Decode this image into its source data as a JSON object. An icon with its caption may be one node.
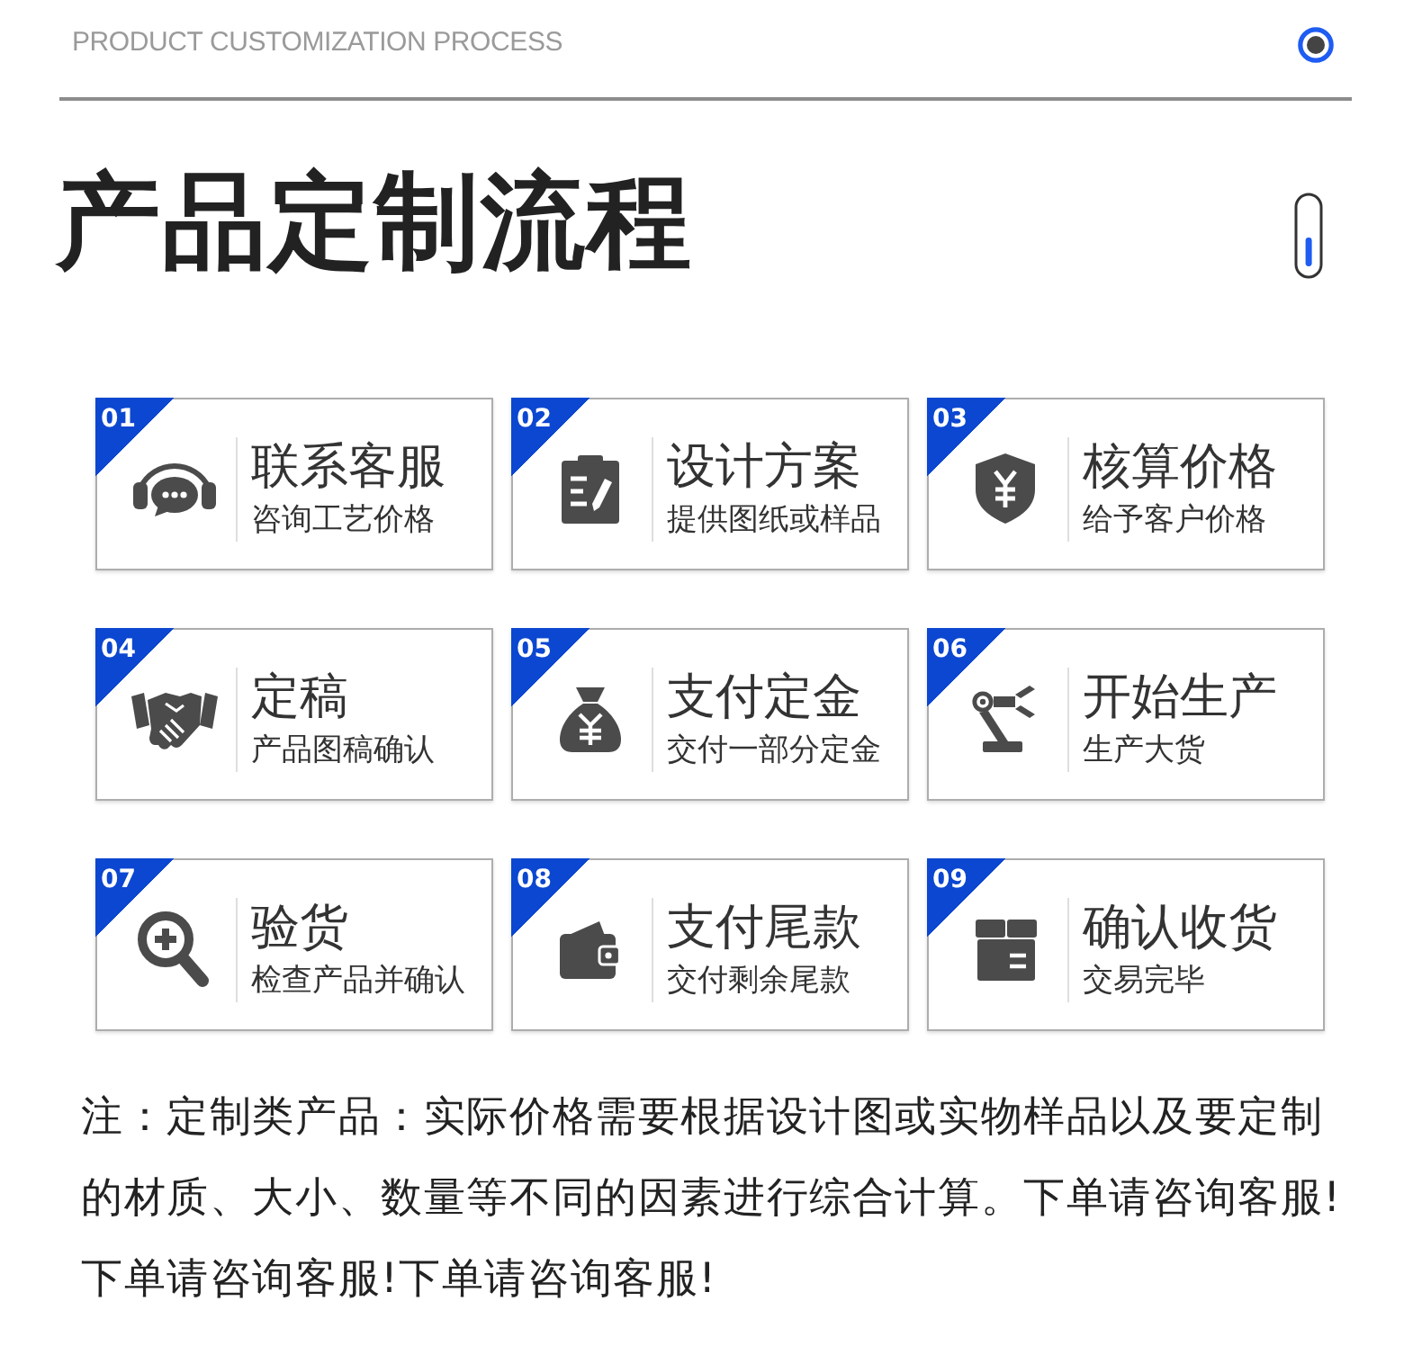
{
  "diagram": {
    "title": "产品定制流程",
    "nodes": [
      {
        "text": [
          "01",
          "联系客服",
          "咨询工艺价格"
        ]
      },
      {
        "text": [
          "02",
          "设计方案",
          "提供图纸或样品"
        ]
      },
      {
        "text": [
          "03",
          "核算价格",
          "给予客户价格"
        ]
      },
      {
        "text": [
          "04",
          "定稿",
          "产品图稿确认"
        ]
      },
      {
        "text": [
          "05",
          "支付定金",
          "交付一部分定金"
        ]
      },
      {
        "text": [
          "06",
          "开始生产",
          "生产大货"
        ]
      },
      {
        "text": [
          "07",
          "验货",
          "检查产品并确认"
        ]
      },
      {
        "text": [
          "08",
          "支付尾款",
          "交付剩余尾款"
        ]
      },
      {
        "text": [
          "09",
          "确认收货",
          "交易完毕"
        ]
      }
    ],
    "labels": [
      "PRODUCT CUSTOMIZATION PROCESS",
      "注：定制类产品：实际价格需要根据设计图或实物样品以及要定制的材质、大小、数量等不同的因素进行综合计算。下单请咨询客服!下单请咨询客服!下单请咨询客服!"
    ]
  }
}
